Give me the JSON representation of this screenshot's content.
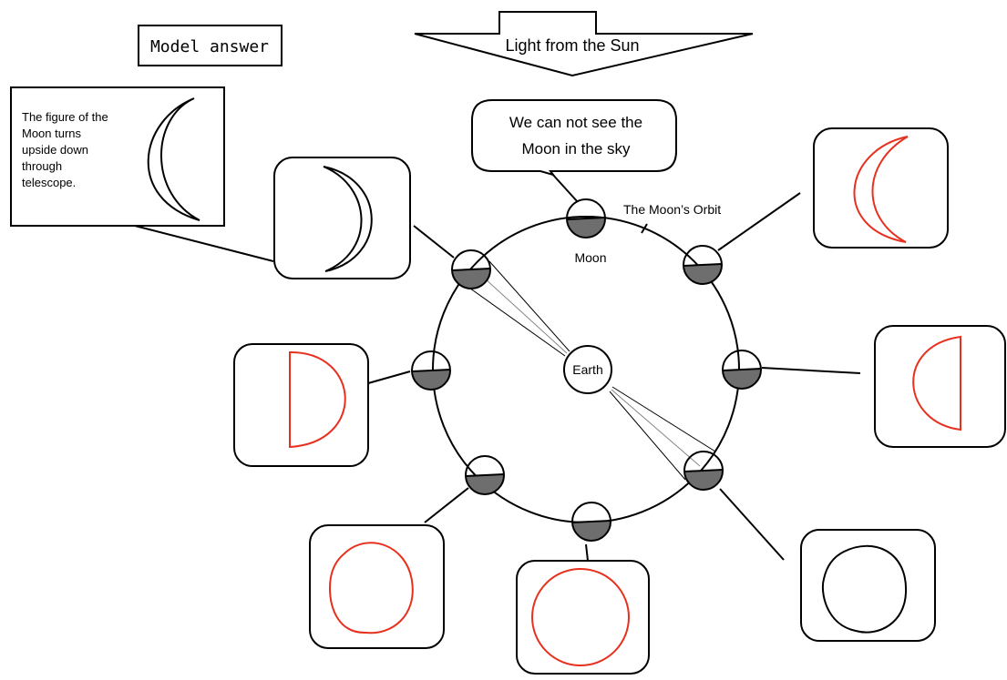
{
  "title_box": {
    "label": "Model answer"
  },
  "sun_arrow": {
    "label": "Light from the Sun"
  },
  "callout": {
    "line1": "We can not see the",
    "line2": "Moon in the sky"
  },
  "labels": {
    "orbit": "The Moon’s Orbit",
    "moon": "Moon",
    "earth": "Earth"
  },
  "note": {
    "lines": [
      "The figure of the",
      "Moon turns",
      "upside down",
      "through",
      "telescope."
    ]
  },
  "colors": {
    "stroke": "#000000",
    "shadow": "#6e6e6e",
    "answer_red": "#e8301e",
    "background": "#ffffff"
  },
  "phase_boxes": [
    {
      "id": "waxing-crescent-telescope-view",
      "shape": "crescent",
      "color": "black"
    },
    {
      "id": "first-quarter-answer",
      "shape": "half-moon",
      "color": "red"
    },
    {
      "id": "waxing-gibbous-answer",
      "shape": "gibbous",
      "color": "red"
    },
    {
      "id": "full-moon-answer",
      "shape": "full-moon",
      "color": "red"
    },
    {
      "id": "waning-gibbous",
      "shape": "gibbous",
      "color": "black"
    },
    {
      "id": "last-quarter-answer",
      "shape": "half-moon",
      "color": "red"
    },
    {
      "id": "waning-crescent-answer",
      "shape": "crescent",
      "color": "red"
    }
  ]
}
